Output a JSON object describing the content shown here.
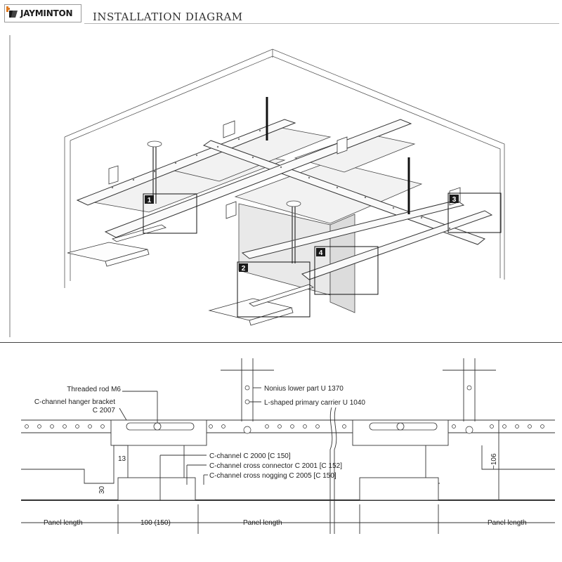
{
  "header": {
    "brand": "JAYMINTON",
    "title": "INSTALLATION DIAGRAM"
  },
  "iso_view": {
    "callouts": [
      "1",
      "2",
      "3",
      "4"
    ]
  },
  "section_view": {
    "labels": {
      "threaded_rod": "Threaded rod M6",
      "hanger_bracket_line1": "C-channel hanger bracket",
      "hanger_bracket_line2": "C 2007",
      "nonius": "Nonius lower part U 1370",
      "primary_carrier": "L-shaped primary carrier U 1040",
      "c_channel": "C-channel C 2000 [C 150]",
      "cross_connector": "C-channel cross connector C 2001 [C 152]",
      "cross_nogging": "C-channel cross nogging C 2005 [C 150]"
    },
    "dimensions": {
      "d13": "13",
      "d30": "30",
      "d106": "~106",
      "gap": "100 (150)"
    },
    "bottom_labels": {
      "left": "Panel length",
      "middle": "Panel length",
      "right": "Panel length"
    }
  },
  "colors": {
    "line": "#3a3a3a",
    "badge": "#1a1a1a",
    "logo_accent": "#e07a1f"
  }
}
